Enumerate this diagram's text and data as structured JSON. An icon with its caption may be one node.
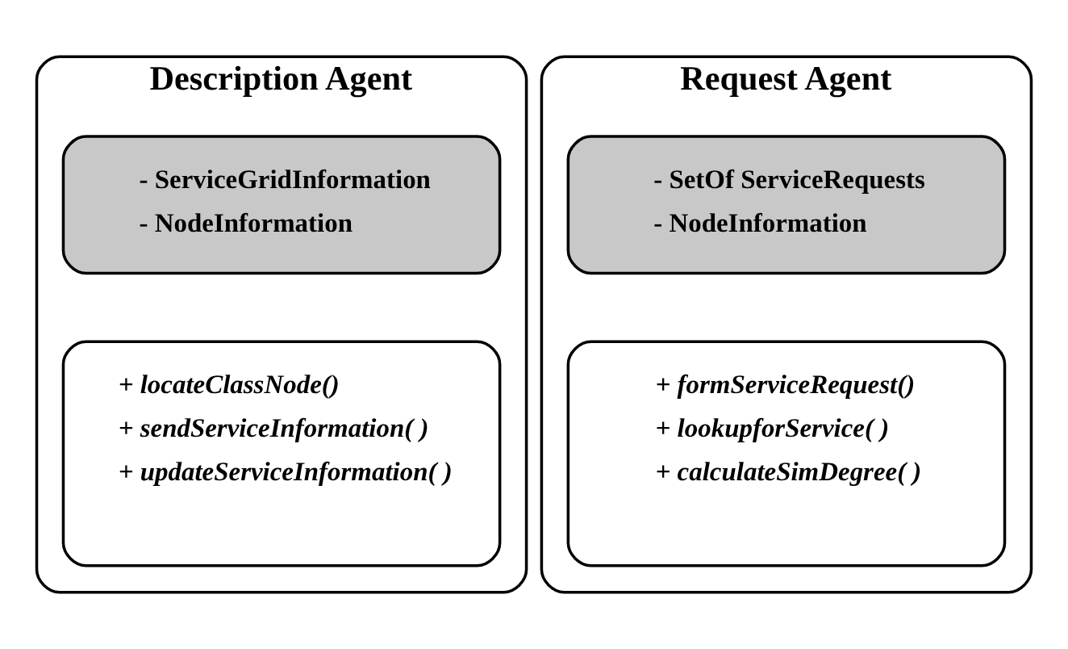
{
  "diagram": {
    "nodes": [
      {
        "text": [
          "Description Agent"
        ]
      },
      {
        "text": [
          "- ServiceGridInformation",
          "- NodeInformation"
        ],
        "in": 0
      },
      {
        "text": [
          "+ locateClassNode()",
          "+ sendServiceInformation( )",
          "+ updateServiceInformation( )"
        ],
        "in": 0
      },
      {
        "text": [
          "Request Agent"
        ]
      },
      {
        "text": [
          "- SetOf ServiceRequests",
          "- NodeInformation"
        ],
        "in": 3
      },
      {
        "text": [
          "+ formServiceRequest()",
          "+ lookupforService( )",
          "+ calculateSimDegree( )"
        ],
        "in": 3
      }
    ]
  }
}
